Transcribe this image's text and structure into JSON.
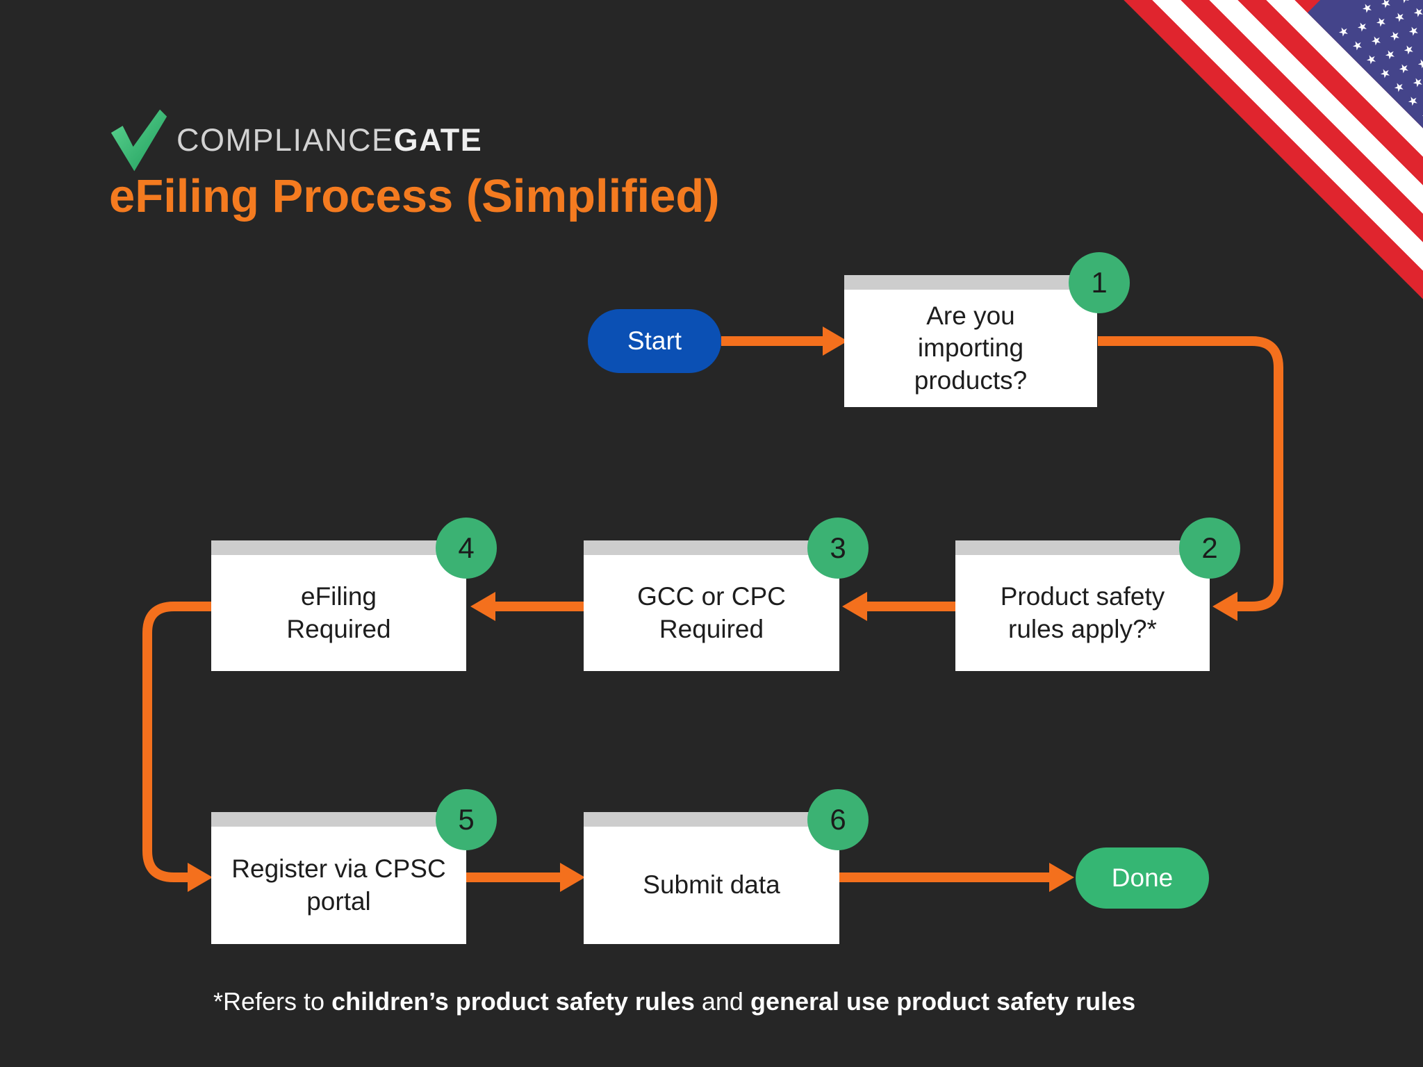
{
  "page": {
    "background_color": "#262626"
  },
  "logo": {
    "brand_regular": "COMPLIANCE",
    "brand_bold": "GATE",
    "check_color_light": "#5ED492",
    "check_color_dark": "#1F9E5C"
  },
  "title": {
    "text": "eFiling Process (Simplified)",
    "color": "#F47B20"
  },
  "flowchart": {
    "arrow_color": "#F4701D",
    "badge_color": "#3BB273",
    "box_header_color": "#CDCDCD",
    "start": {
      "label": "Start",
      "color": "#0B50B4"
    },
    "done": {
      "label": "Done",
      "color": "#35B673"
    },
    "steps": [
      {
        "number": "1",
        "label": "Are you\nimporting\nproducts?"
      },
      {
        "number": "2",
        "label": "Product safety\nrules apply?*"
      },
      {
        "number": "3",
        "label": "GCC or CPC\nRequired"
      },
      {
        "number": "4",
        "label": "eFiling\nRequired"
      },
      {
        "number": "5",
        "label": "Register via CPSC\nportal"
      },
      {
        "number": "6",
        "label": "Submit data"
      }
    ]
  },
  "footnote": {
    "prefix": "*Refers to ",
    "bold_1": "children’s product safety rules",
    "middle": " and ",
    "bold_2": "general use product safety rules"
  },
  "flag": {
    "stripe_red": "#E0252E",
    "stripe_white": "#ffffff",
    "canton_blue": "#44448A",
    "star_rows": [
      "★★★★★★★★",
      "★★★★★★★",
      "★★★★★★★★",
      "★★★★★★★",
      "★★★★★★★★",
      "★★★★★★★",
      "★★★★★★★★",
      "★★★★★★★",
      "★★★★★★★★"
    ]
  }
}
